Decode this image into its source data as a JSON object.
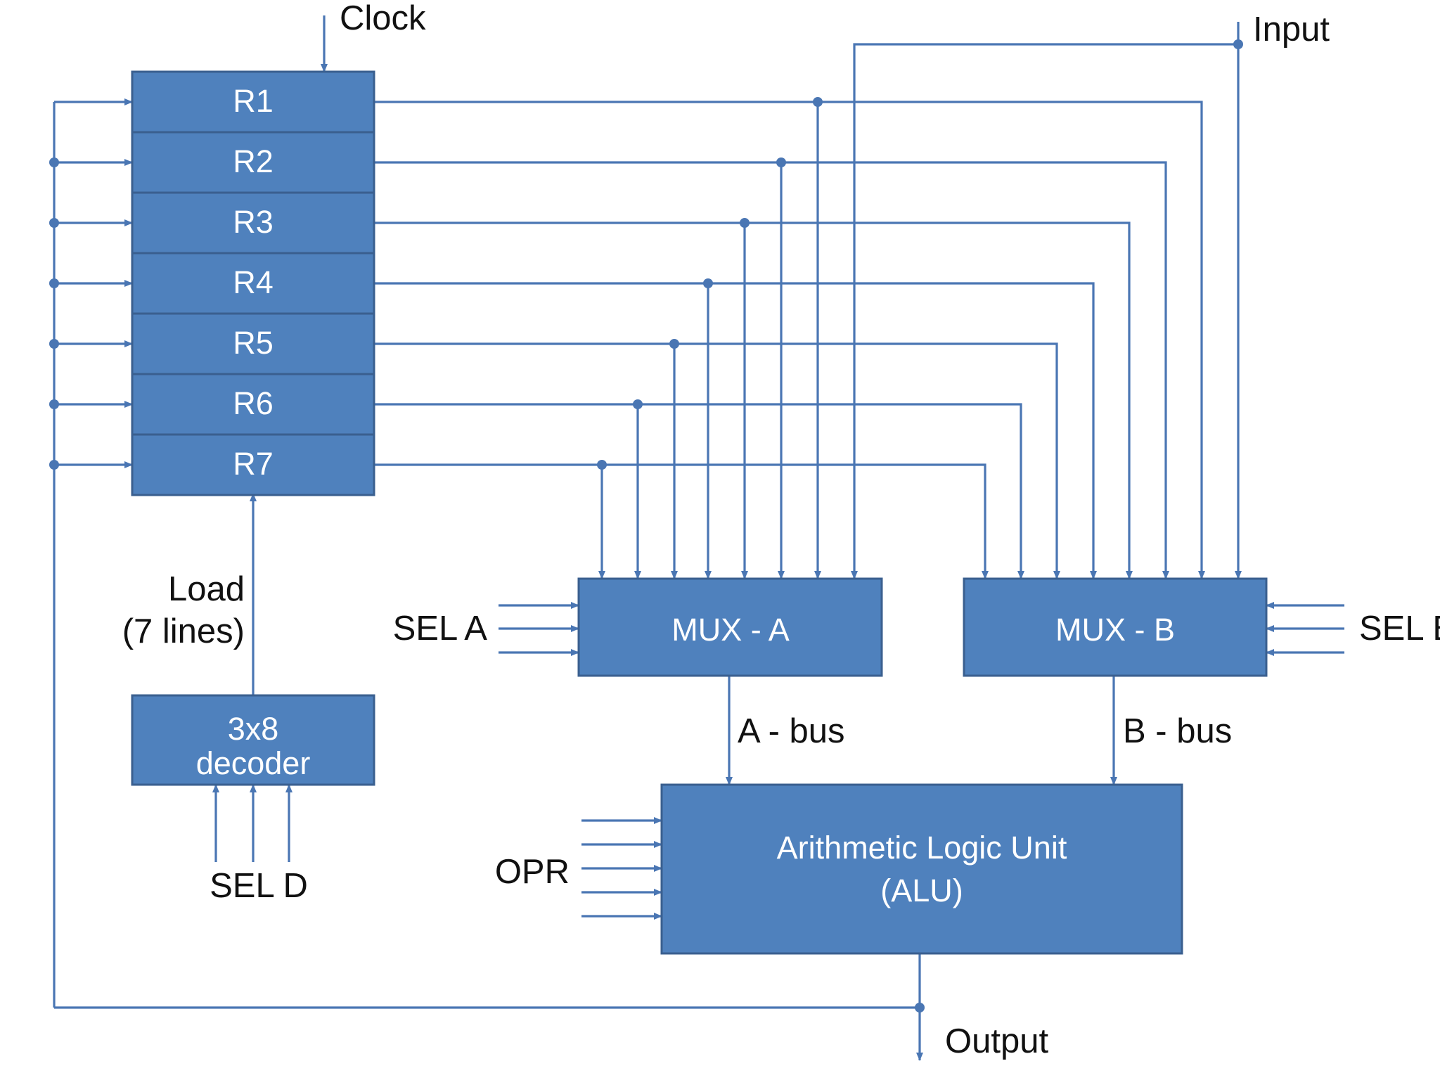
{
  "colors": {
    "block_fill": "#4f81bd",
    "block_border": "#3a5f8f",
    "wire": "#4a76b3",
    "text": "#111111",
    "block_text": "#ffffff"
  },
  "labels": {
    "clock": "Clock",
    "input": "Input",
    "load_line1": "Load",
    "load_line2": "(7 lines)",
    "sel_a": "SEL A",
    "sel_b": "SEL B",
    "sel_d": "SEL D",
    "a_bus": "A - bus",
    "b_bus": "B - bus",
    "opr": "OPR",
    "output": "Output"
  },
  "registers": [
    "R1",
    "R2",
    "R3",
    "R4",
    "R5",
    "R6",
    "R7"
  ],
  "decoder": {
    "line1": "3x8",
    "line2": "decoder"
  },
  "mux_a": "MUX - A",
  "mux_b": "MUX - B",
  "alu": {
    "line1": "Arithmetic Logic Unit",
    "line2": "(ALU)"
  }
}
